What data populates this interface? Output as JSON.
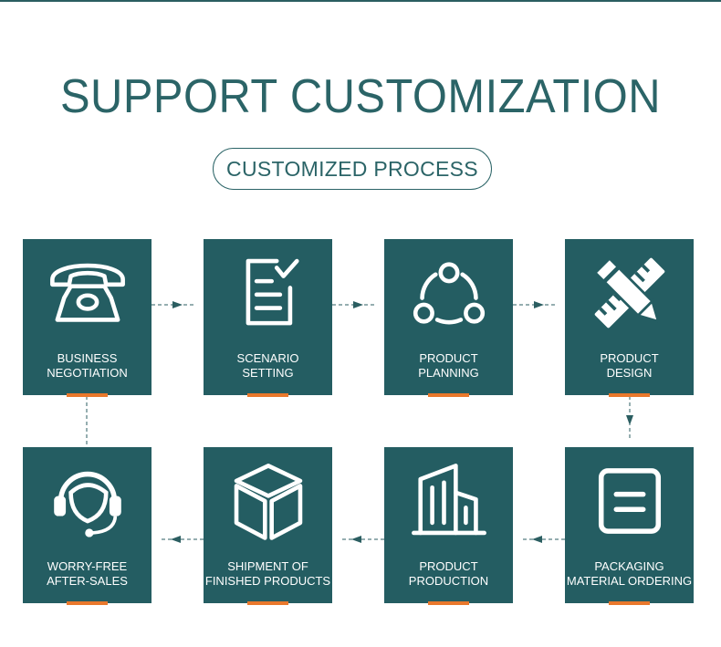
{
  "header": {
    "title": "SUPPORT CUSTOMIZATION",
    "subtitle": "CUSTOMIZED PROCESS"
  },
  "colors": {
    "card": "#245d62",
    "title": "#2b6467",
    "accent": "#e9782c",
    "connector": "#2b5e61"
  },
  "steps": [
    {
      "label": "BUSINESS\nNEGOTIATION",
      "icon": "telephone-icon"
    },
    {
      "label": "SCENARIO\nSETTING",
      "icon": "clipboard-check-icon"
    },
    {
      "label": "PRODUCT\nPLANNING",
      "icon": "network-nodes-icon"
    },
    {
      "label": "PRODUCT\nDESIGN",
      "icon": "pencil-ruler-icon"
    },
    {
      "label": "PACKAGING\nMATERIAL ORDERING",
      "icon": "document-box-icon"
    },
    {
      "label": "PRODUCT\nPRODUCTION",
      "icon": "factory-building-icon"
    },
    {
      "label": "SHIPMENT OF\nFINISHED PRODUCTS",
      "icon": "cube-box-icon"
    },
    {
      "label": "WORRY-FREE\nAFTER-SALES",
      "icon": "headset-agent-icon"
    }
  ]
}
